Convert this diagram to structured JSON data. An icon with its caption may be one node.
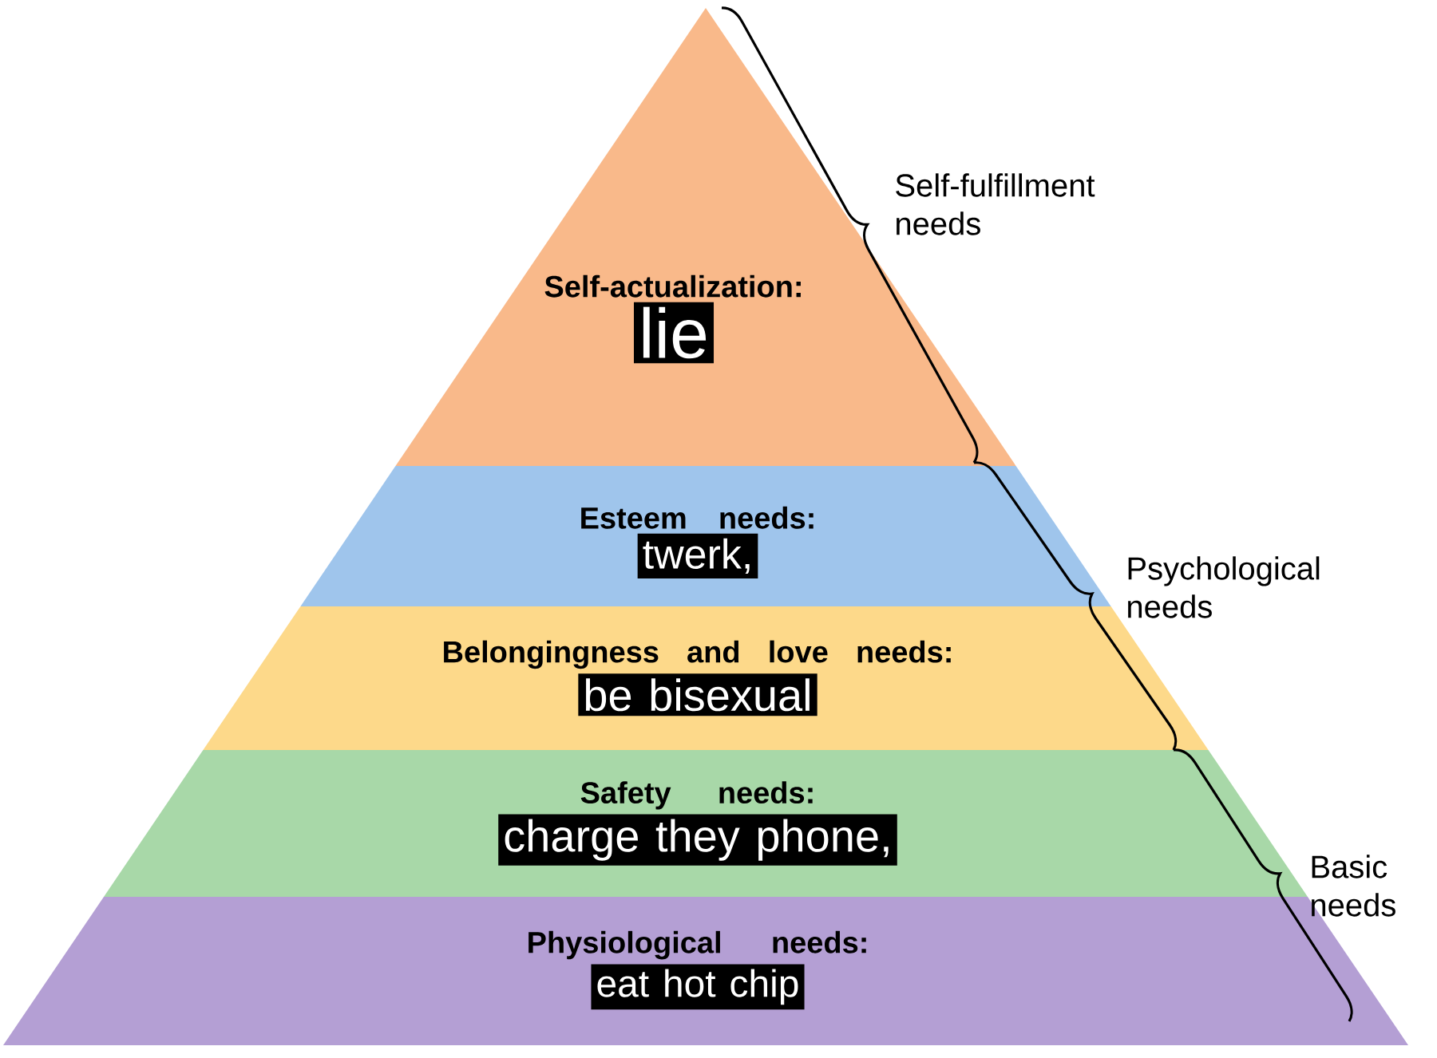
{
  "diagram": {
    "nodes": [
      {
        "text": [
          "Self-actualization:",
          "lie"
        ]
      },
      {
        "text": [
          "Esteem needs:",
          "twerk,"
        ]
      },
      {
        "text": [
          "Belongingness and love needs:",
          "be  bisexual"
        ]
      },
      {
        "text": [
          "Safety needs:",
          "charge they phone,"
        ]
      },
      {
        "text": [
          "Physiological needs:",
          "eat hot chip"
        ]
      }
    ],
    "labels": [
      "Self-fulfillment needs",
      "Psychological needs",
      "Basic needs"
    ]
  }
}
